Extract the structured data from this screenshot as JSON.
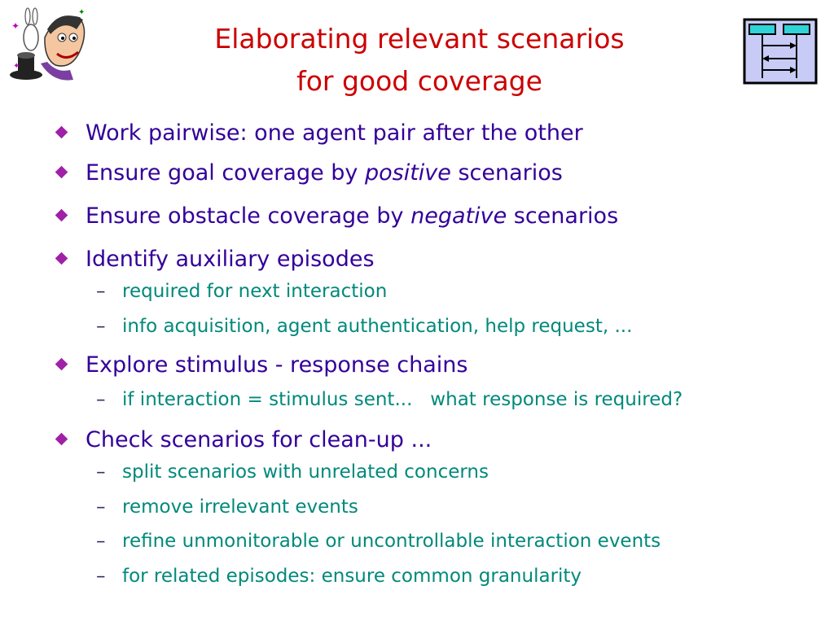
{
  "title": {
    "line1": "Elaborating relevant scenarios",
    "line2": "for good coverage"
  },
  "icons": {
    "left": "magician-cartoon-icon",
    "right": "sequence-diagram-icon",
    "bullet": "diamond-bullet-icon"
  },
  "colors": {
    "title": "#cc0000",
    "bullet_text": "#330099",
    "sub_text": "#00897b",
    "bullet_marker": "#a020a8"
  },
  "bullets": [
    {
      "text": "Work pairwise:  one agent pair after the other"
    },
    {
      "pre": "Ensure goal coverage by ",
      "em": "positive",
      "post": " scenarios"
    },
    {
      "pre": "Ensure obstacle coverage by ",
      "em": "negative",
      "post": " scenarios"
    },
    {
      "text": "Identify auxiliary episodes",
      "subs": [
        "required for next interaction",
        "info acquisition, agent authentication, help request, ..."
      ]
    },
    {
      "text": "Explore stimulus - response chains",
      "subs": [
        "if interaction = stimulus sent...   what response is required?"
      ]
    },
    {
      "text": "Check scenarios for clean-up ...",
      "subs": [
        "split scenarios with unrelated concerns",
        "remove irrelevant events",
        "refine unmonitorable or uncontrollable interaction events",
        "for related episodes: ensure common granularity"
      ]
    }
  ],
  "dash": "–"
}
